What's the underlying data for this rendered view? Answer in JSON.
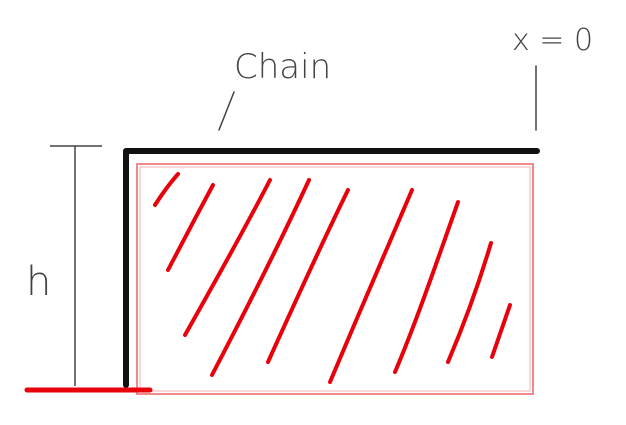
{
  "labels": {
    "chain": "Chain",
    "x_zero": "x = 0",
    "height": "h"
  },
  "colors": {
    "ink": "#111111",
    "pencil": "#444444",
    "red": "#e8000b",
    "red_light": "#f08a8a",
    "background": "#ffffff"
  }
}
